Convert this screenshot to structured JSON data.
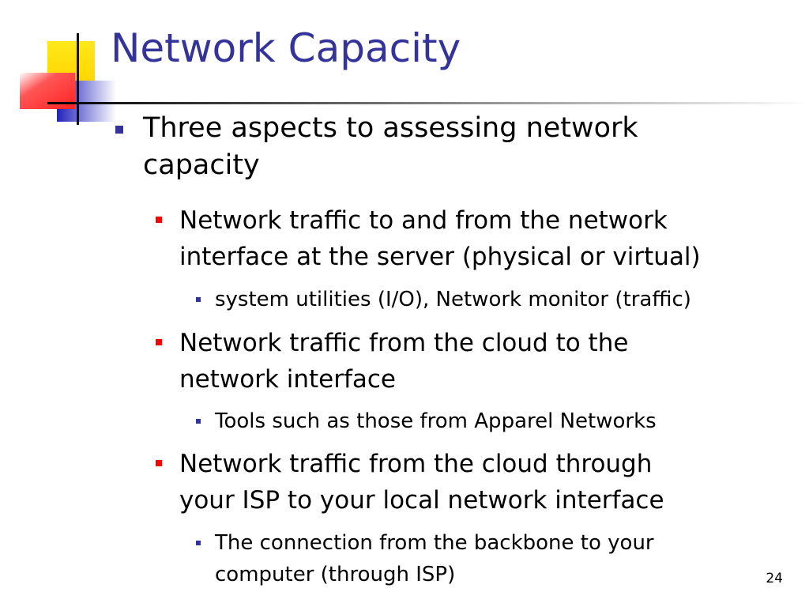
{
  "slide": {
    "title": "Network Capacity",
    "bullets": [
      {
        "level": 1,
        "lines": [
          "Three aspects to assessing network",
          "capacity"
        ]
      },
      {
        "level": 2,
        "lines": [
          "Network traffic to and from the network",
          "interface at the server (physical or virtual)"
        ]
      },
      {
        "level": 3,
        "lines": [
          "system utilities (I/O), Network monitor (traffic)"
        ]
      },
      {
        "level": 2,
        "lines": [
          "Network traffic from the cloud to the",
          "network interface"
        ]
      },
      {
        "level": 3,
        "lines": [
          "Tools such as those from Apparel Networks"
        ]
      },
      {
        "level": 2,
        "lines": [
          "Network traffic from the cloud through",
          "your ISP to your local network interface"
        ]
      },
      {
        "level": 3,
        "lines": [
          "The connection from the backbone to your",
          "computer (through ISP)"
        ]
      }
    ],
    "page_number": "24"
  },
  "colors": {
    "title": "#333399",
    "level1_marker": "#333399",
    "level2_marker": "#ff0000",
    "level3_marker": "#333399",
    "decor_yellow": "#ffee22",
    "decor_red": "#ff3333",
    "decor_blue": "#3333cc"
  }
}
